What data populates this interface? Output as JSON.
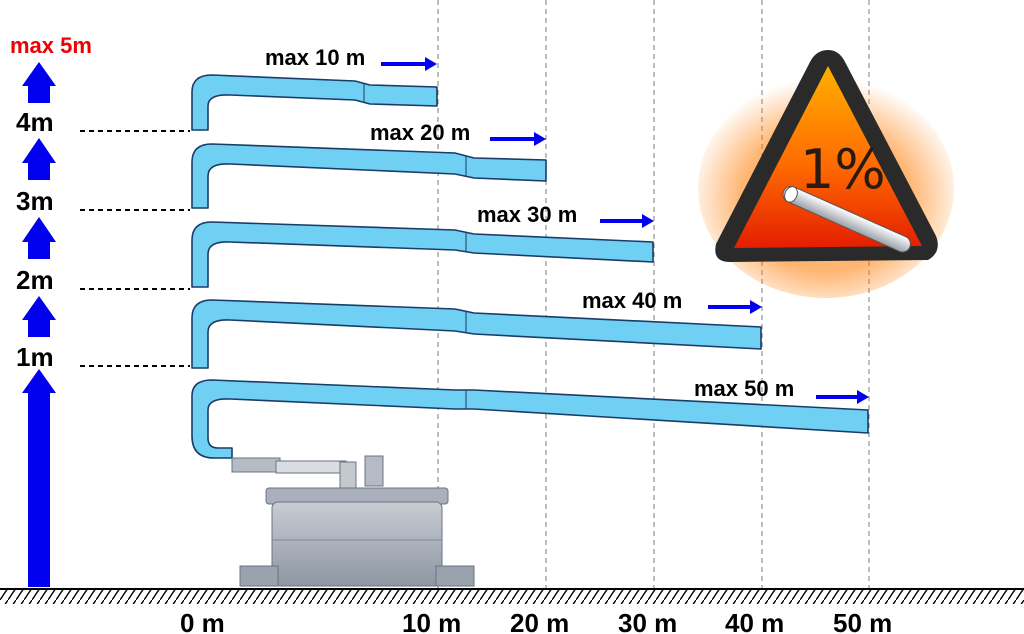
{
  "title": "max 5m",
  "heights": [
    "4m",
    "3m",
    "2m",
    "1m"
  ],
  "runs": [
    "max 10 m",
    "max 20 m",
    "max 30 m",
    "max 40 m",
    "max 50 m"
  ],
  "distances": [
    "0 m",
    "10 m",
    "20 m",
    "30 m",
    "40 m",
    "50 m"
  ],
  "slope": "1%",
  "colors": {
    "pipe": "#6fd0f4",
    "pipe_outline": "#1b3c66",
    "arrow": "#0000ee",
    "title": "#ee0000",
    "warning": "#ff5a00"
  }
}
